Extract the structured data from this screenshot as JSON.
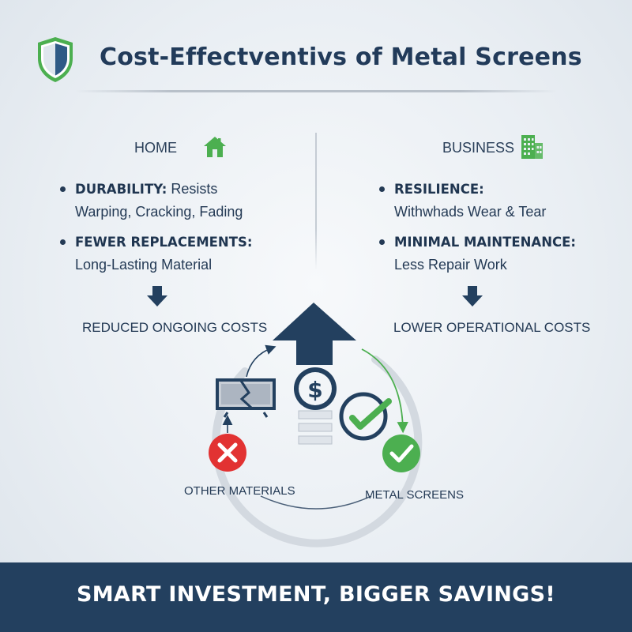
{
  "header": {
    "title": "Cost-Effectventivs of Metal Screens",
    "logo_icon": "shield-icon"
  },
  "home": {
    "label": "HOME",
    "icon": "house-icon",
    "bullets": [
      {
        "heading": "DURABILITY:",
        "line1_rest": "Resists",
        "line2": "Warping, Cracking, Fading"
      },
      {
        "heading": "FEWER REPLACEMENTS:",
        "line1_rest": "",
        "line2": "Long-Lasting Material"
      }
    ],
    "result": "REDUCED ONGOING COSTS"
  },
  "business": {
    "label": "BUSINESS",
    "icon": "office-building-icon",
    "bullets": [
      {
        "heading": "RESILIENCE:",
        "line1_rest": "",
        "line2": "Withwhads Wear & Tear"
      },
      {
        "heading": "MINIMAL MAINTENANCE:",
        "line1_rest": "",
        "line2": "Less Repair Work"
      }
    ],
    "result": "LOWER OPERATIONAL COSTS"
  },
  "cycle": {
    "left_label": "OTHER MATERIALS",
    "right_label": "METAL SCREENS",
    "center_icons": [
      "up-arrow-icon",
      "dollar-coin-icon",
      "check-icon",
      "cracked-panel-icon",
      "x-icon"
    ]
  },
  "footer": {
    "text": "SMART INVESTMENT, BIGGER SAVINGS!"
  },
  "colors": {
    "navy": "#23405f",
    "green": "#4caf50",
    "red": "#e23232",
    "shield_blue": "#2f5a86"
  }
}
